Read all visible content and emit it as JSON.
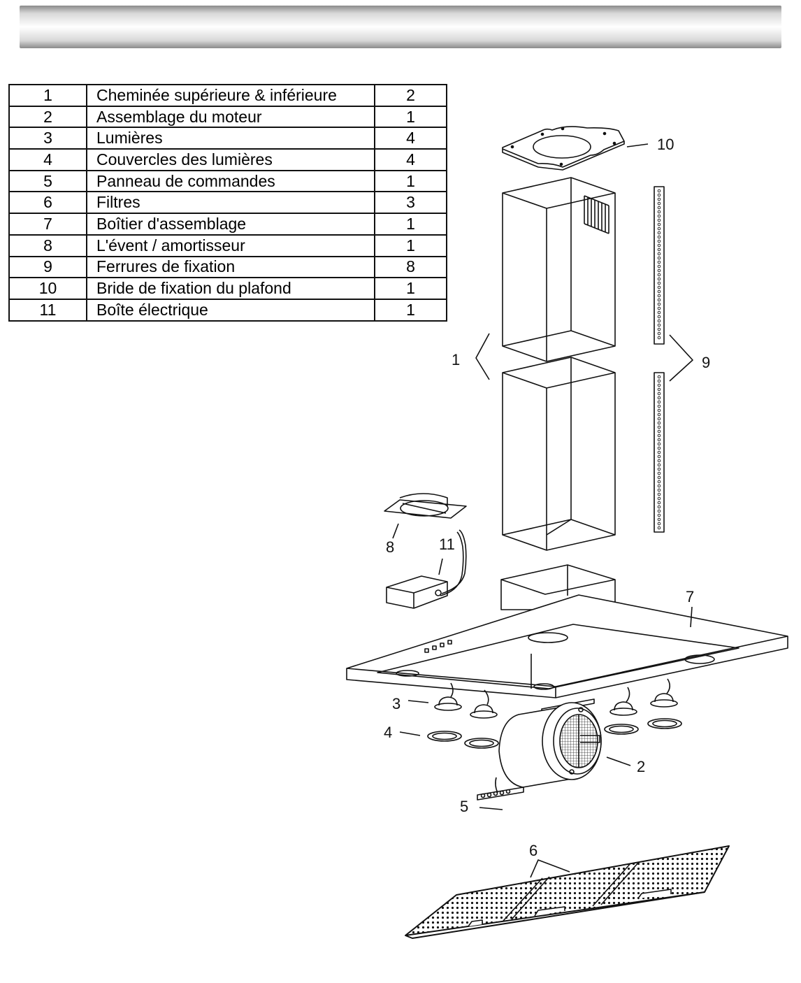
{
  "parts_table": {
    "rows": [
      {
        "number": "1",
        "name": "Cheminée supérieure & inférieure",
        "qty": "2"
      },
      {
        "number": "2",
        "name": "Assemblage du moteur",
        "qty": "1"
      },
      {
        "number": "3",
        "name": "Lumières",
        "qty": "4"
      },
      {
        "number": "4",
        "name": "Couvercles des lumières",
        "qty": "4"
      },
      {
        "number": "5",
        "name": "Panneau de commandes",
        "qty": "1"
      },
      {
        "number": "6",
        "name": "Filtres",
        "qty": "3"
      },
      {
        "number": "7",
        "name": "Boîtier d'assemblage",
        "qty": "1"
      },
      {
        "number": "8",
        "name": "L'évent / amortisseur",
        "qty": "1"
      },
      {
        "number": "9",
        "name": "Ferrures de fixation",
        "qty": "8"
      },
      {
        "number": "10",
        "name": "Bride de fixation du plafond",
        "qty": "1"
      },
      {
        "number": "11",
        "name": "Boîte électrique",
        "qty": "1"
      }
    ]
  },
  "diagram": {
    "callouts": {
      "c1": "1",
      "c2": "2",
      "c3": "3",
      "c4": "4",
      "c5": "5",
      "c6": "6",
      "c7": "7",
      "c8": "8",
      "c9": "9",
      "c10": "10",
      "c11": "11"
    }
  }
}
